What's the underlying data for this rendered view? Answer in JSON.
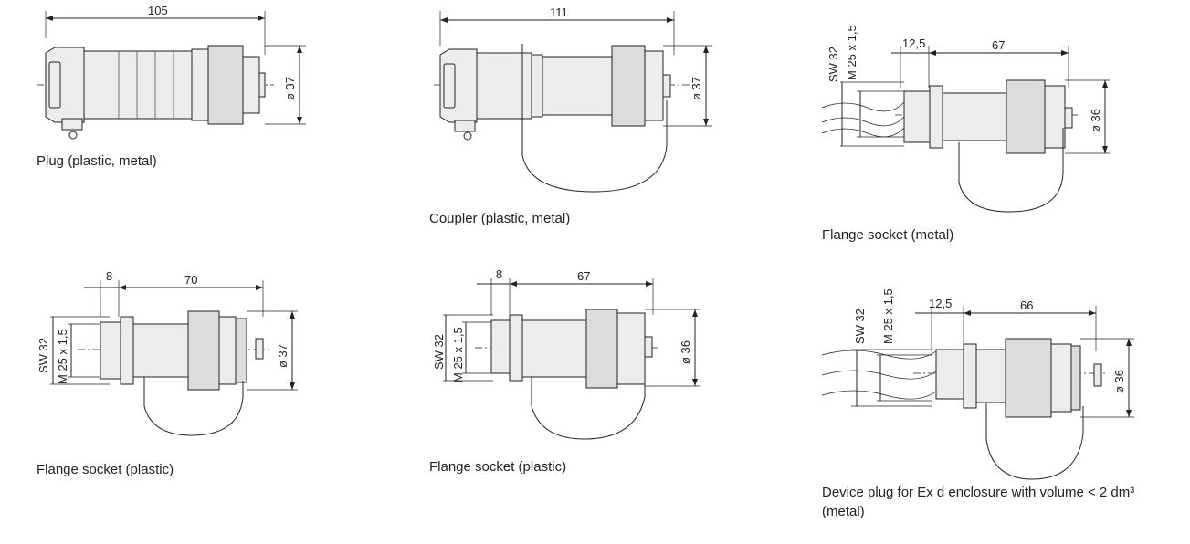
{
  "panels": [
    {
      "caption": [
        "Plug (plastic, metal)"
      ],
      "dims": {
        "length": "105",
        "diameter": "ø 37"
      }
    },
    {
      "caption": [
        "Coupler (plastic, metal)"
      ],
      "dims": {
        "length": "111",
        "diameter": "ø 37"
      }
    },
    {
      "caption": [
        "Flange socket (metal)"
      ],
      "dims": {
        "length": "67",
        "flange": "12,5",
        "thread": "M 25 x 1,5",
        "wrench": "SW 32",
        "diameter": "ø 36"
      }
    },
    {
      "caption": [
        "Flange socket (plastic)"
      ],
      "dims": {
        "length": "70",
        "flange": "8",
        "thread": "M 25 x 1,5",
        "wrench": "SW 32",
        "diameter": "ø 37"
      }
    },
    {
      "caption": [
        "Flange socket (plastic)"
      ],
      "dims": {
        "length": "67",
        "flange": "8",
        "thread": "M 25 x 1,5",
        "wrench": "SW 32",
        "diameter": "ø 36"
      }
    },
    {
      "caption": [
        "Device plug for Ex d enclosure with volume < 2 dm³",
        "(metal)"
      ],
      "dims": {
        "length": "66",
        "flange": "12,5",
        "thread": "M 25 x 1,5",
        "wrench": "SW 32",
        "diameter": "ø 36"
      }
    }
  ]
}
